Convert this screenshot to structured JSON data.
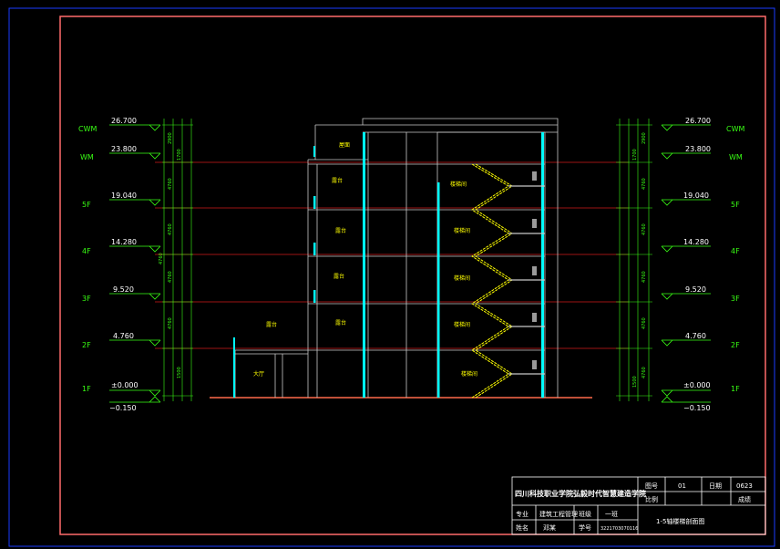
{
  "levels": {
    "left": [
      "CWM",
      "WM",
      "5F",
      "4F",
      "3F",
      "2F",
      "1F"
    ],
    "right": [
      "CWM",
      "WM",
      "5F",
      "4F",
      "3F",
      "2F",
      "1F"
    ]
  },
  "elevations": [
    "26.700",
    "23.800",
    "19.040",
    "14.280",
    "9.520",
    "4.760",
    "±0.000",
    "−0.150"
  ],
  "dims_left": [
    "2900",
    "1700",
    "4760",
    "4760",
    "4760",
    "4760",
    "1500",
    "4760"
  ],
  "dims_right": [
    "2900",
    "1700",
    "4760",
    "4760",
    "4760",
    "4760",
    "4760",
    "1500"
  ],
  "rooms": {
    "top": "屋面",
    "platforms": [
      "露台",
      "露台",
      "露台",
      "露台"
    ],
    "big_terrace": "露台",
    "lobby": "大厅",
    "stairs": [
      "楼梯间",
      "楼梯间",
      "楼梯间",
      "楼梯间",
      "楼梯间"
    ]
  },
  "title_block": {
    "school": "四川科技职业学院弘毅时代智慧建造学院",
    "drawing_no_label": "图号",
    "drawing_no": "01",
    "date_label": "日期",
    "date": "0623",
    "scale_label": "比例",
    "grade_label": "成绩",
    "major_label": "专业",
    "major": "建筑工程管理",
    "class_label": "班级",
    "class": "一班",
    "name_label": "姓名",
    "name": "邓某",
    "id_label": "学号",
    "id": "3221703070116",
    "drawing_title": "1-5轴楼梯剖面图"
  },
  "colors": {
    "border_outer": "#1a3cff",
    "border_inner": "#ff6b6b",
    "level_line": "#d01a1a",
    "dim": "#39ff14",
    "wall": "#c8c8c8",
    "column": "#00ffff",
    "stair": "#ffff00"
  }
}
